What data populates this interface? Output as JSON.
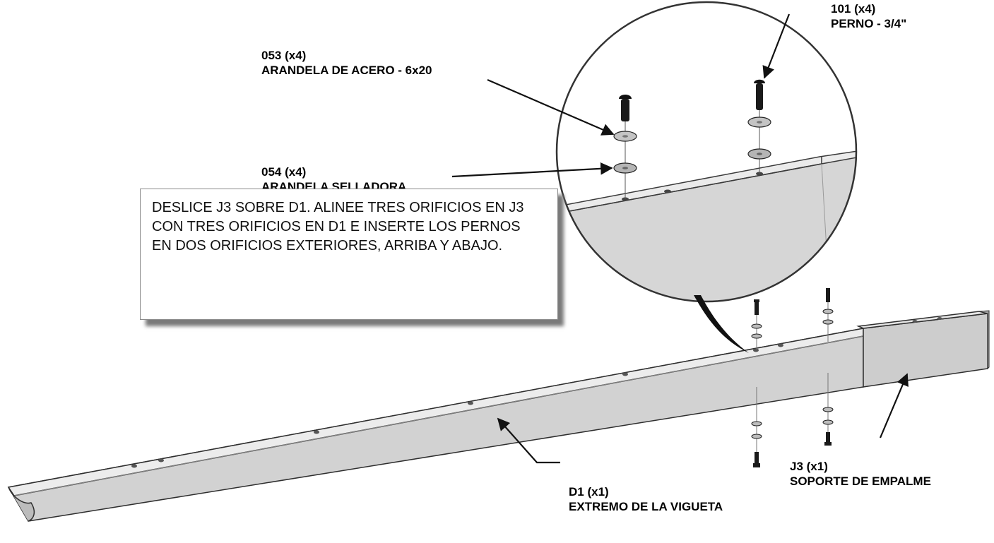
{
  "instruction": {
    "lines": [
      "DESLICE J3 SOBRE D1. ALINEE TRES ORIFICIOS EN J3",
      "CON TRES ORIFICIOS EN D1 E INSERTE LOS PERNOS",
      "EN DOS ORIFICIOS EXTERIORES, ARRIBA Y ABAJO."
    ]
  },
  "parts": {
    "bolt": {
      "code": "101 (x4)",
      "name": "PERNO - 3/4\""
    },
    "steel_washer": {
      "code": "053 (x4)",
      "name": "ARANDELA DE ACERO - 6x20"
    },
    "sealing_washer": {
      "code": "054 (x4)",
      "name": "ARANDELA SELLADORA"
    },
    "joist_end": {
      "code": "D1 (x1)",
      "name": "EXTREMO DE LA VIGUETA"
    },
    "splice_bracket": {
      "code": "J3 (x1)",
      "name": "SOPORTE DE EMPALME"
    }
  },
  "colors": {
    "steel_top": "#e9e9e9",
    "steel_side": "#cfcfcf",
    "steel_dark": "#9a9a9a",
    "outline": "#2e2e2e",
    "hardware": "#1a1a1a",
    "washer": "#bdbdbd"
  },
  "icons": [
    "bolt-icon",
    "steel-washer-icon",
    "sealing-washer-icon",
    "leader-arrow-icon"
  ]
}
